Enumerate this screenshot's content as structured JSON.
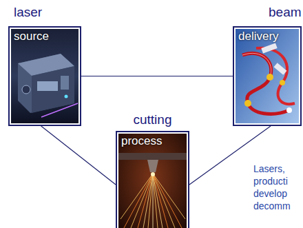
{
  "diagram": {
    "nodes": [
      {
        "text": [
          "laser",
          "source"
        ]
      },
      {
        "text": [
          "beam",
          "delivery"
        ]
      },
      {
        "text": [
          "cutting",
          "process"
        ]
      }
    ],
    "edges": [
      {
        "from": 0,
        "to": 1,
        "arrow": "none"
      },
      {
        "from": 0,
        "to": 2,
        "arrow": "none"
      },
      {
        "from": 1,
        "to": 2,
        "arrow": "none"
      }
    ],
    "labels": [
      "Lasers, producti develop decomm"
    ]
  }
}
